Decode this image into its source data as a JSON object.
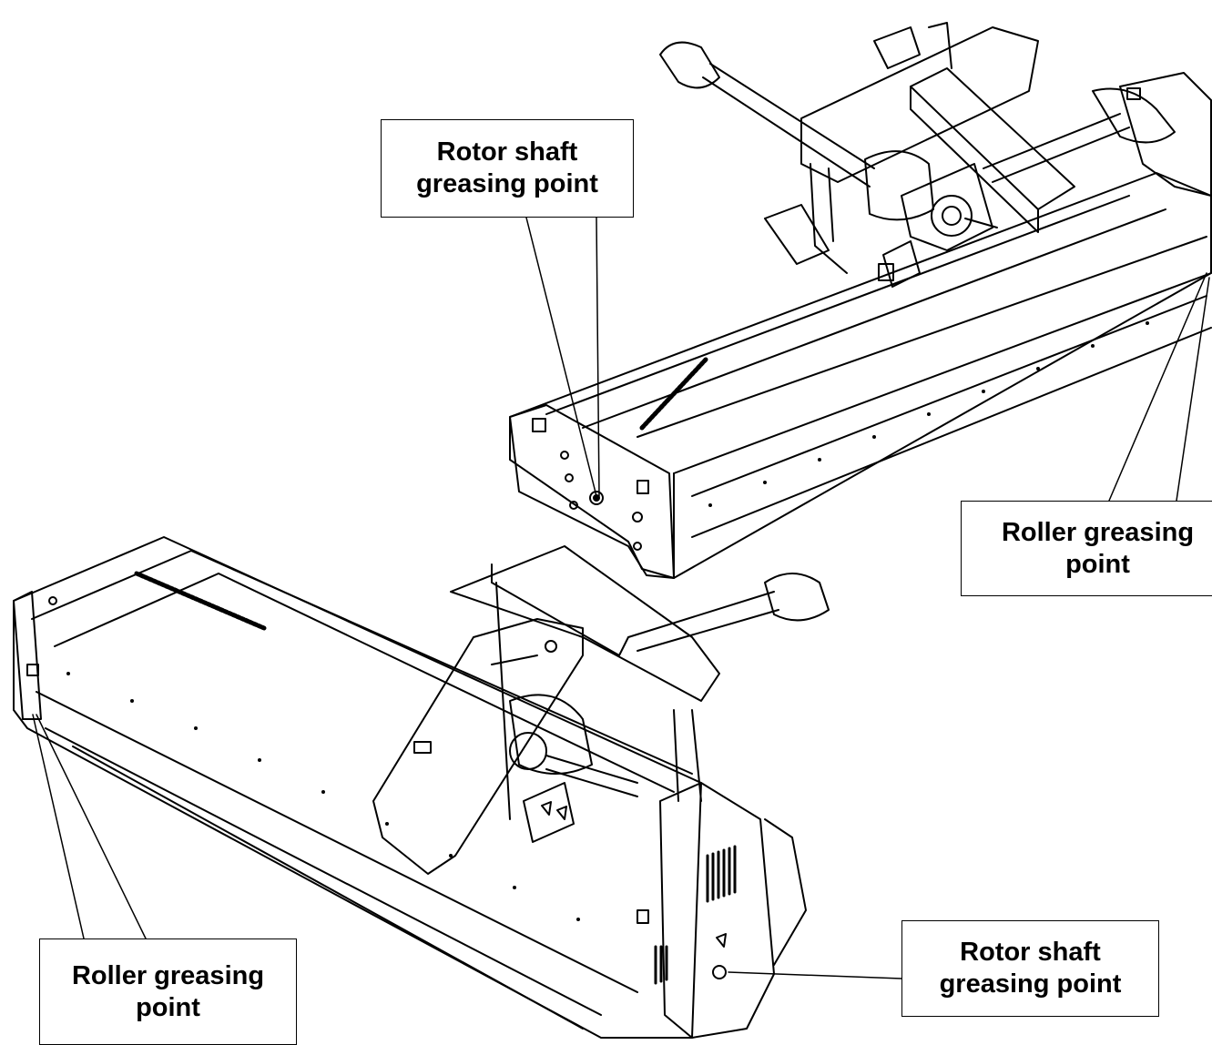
{
  "callouts": {
    "top_rotor_shaft": {
      "line1": "Rotor shaft",
      "line2": "greasing point"
    },
    "top_roller": {
      "line1": "Roller greasing",
      "line2": "point"
    },
    "bottom_roller": {
      "line1": "Roller greasing",
      "line2": "point"
    },
    "bottom_rotor_shaft": {
      "line1": "Rotor shaft",
      "line2": "greasing point"
    }
  },
  "colors": {
    "line": "#000000",
    "background": "#ffffff"
  }
}
